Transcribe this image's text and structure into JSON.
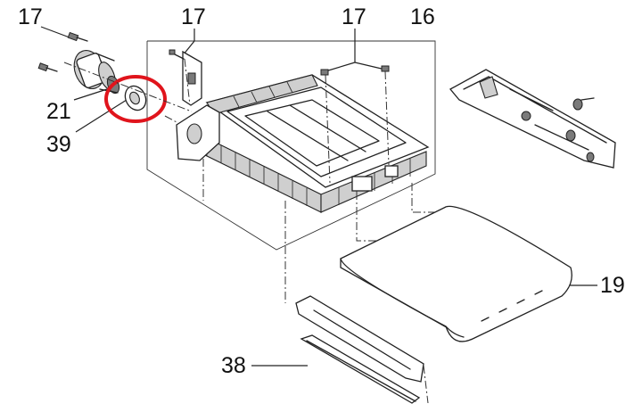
{
  "callouts": {
    "c17_top_left": "17",
    "c17_top_mid": "17",
    "c17_top_right": "17",
    "c16": "16",
    "c21": "21",
    "c39": "39",
    "c19": "19",
    "c38": "38"
  },
  "highlight": {
    "shape": "circle",
    "color": "#e0141c",
    "marks_part": "39"
  }
}
